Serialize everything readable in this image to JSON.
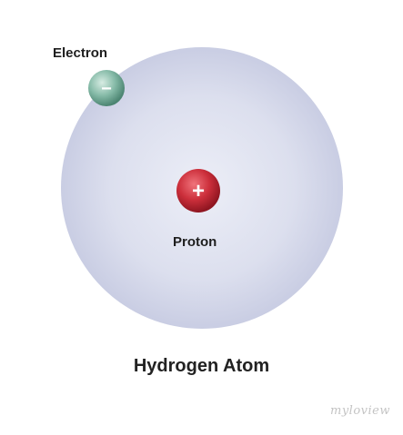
{
  "diagram": {
    "title": "Hydrogen Atom",
    "electron": {
      "label": "Electron",
      "symbol": "−",
      "color": "#7fb5a2"
    },
    "proton": {
      "label": "Proton",
      "symbol": "+",
      "color": "#c8323d"
    },
    "cloud_color": "#d4d7ea"
  },
  "watermark": {
    "text": "myloview"
  }
}
